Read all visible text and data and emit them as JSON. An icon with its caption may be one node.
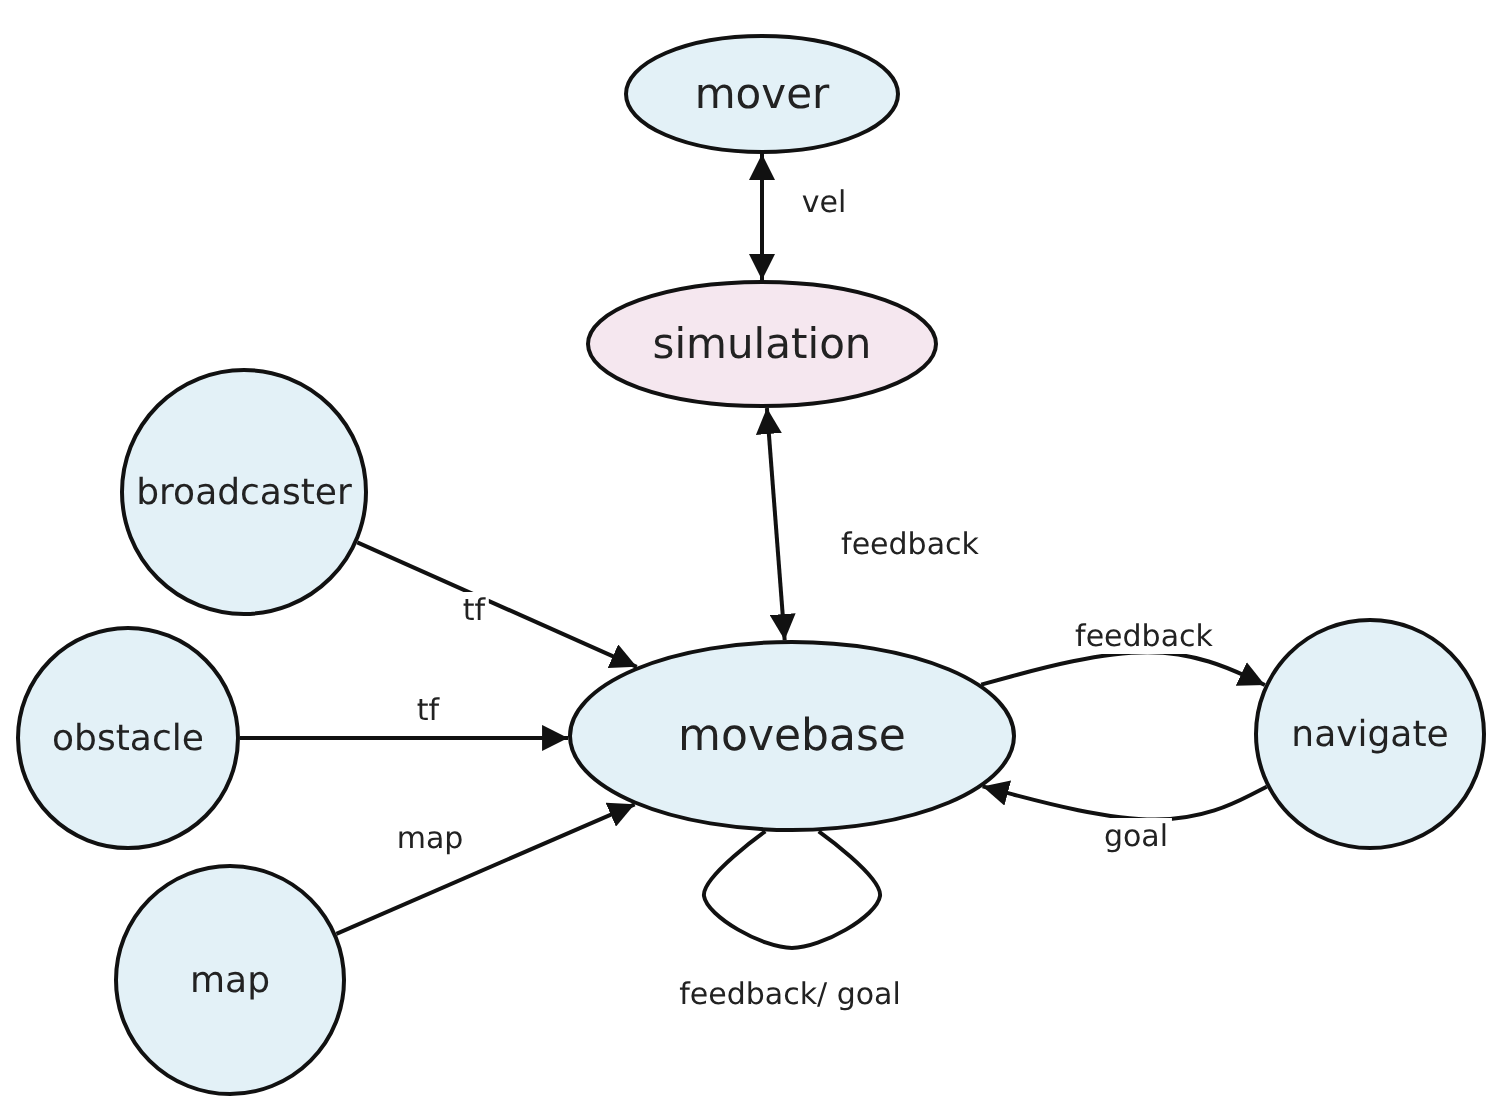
{
  "diagram": {
    "nodes": [
      {
        "text": [
          "mover"
        ]
      },
      {
        "text": [
          "simulation"
        ]
      },
      {
        "text": [
          "broadcaster"
        ]
      },
      {
        "text": [
          "obstacle"
        ]
      },
      {
        "text": [
          "movebase"
        ]
      },
      {
        "text": [
          "navigate"
        ]
      },
      {
        "text": [
          "map"
        ]
      }
    ],
    "edges": [
      {
        "from": 0,
        "to": 1,
        "arrow": "both",
        "label": "vel"
      },
      {
        "from": 1,
        "to": 4,
        "arrow": "both",
        "label": "feedback"
      },
      {
        "from": 2,
        "to": 4,
        "arrow": "to",
        "label": "tf"
      },
      {
        "from": 3,
        "to": 4,
        "arrow": "to",
        "label": "tf"
      },
      {
        "from": 6,
        "to": 4,
        "arrow": "to",
        "label": "map"
      },
      {
        "from": 4,
        "to": 5,
        "arrow": "to",
        "label": "feedback"
      },
      {
        "from": 5,
        "to": 4,
        "arrow": "to",
        "label": "goal"
      },
      {
        "from": 4,
        "to": 4,
        "arrow": "none",
        "label": "feedback/ goal"
      }
    ]
  }
}
